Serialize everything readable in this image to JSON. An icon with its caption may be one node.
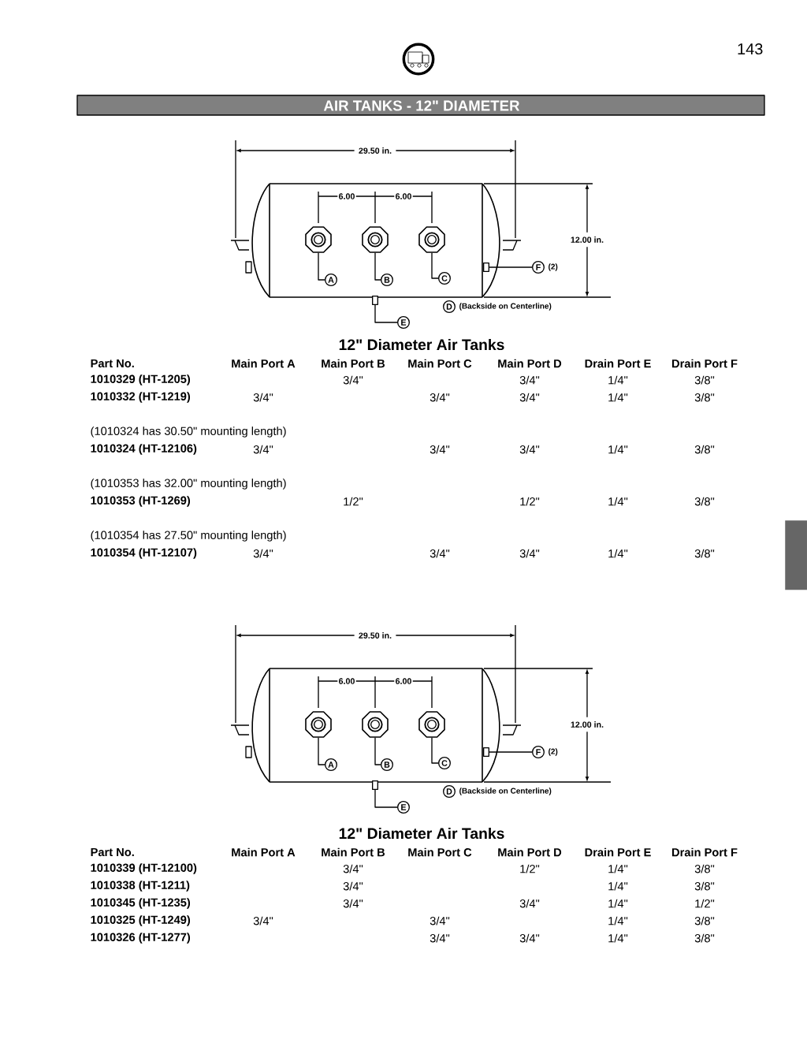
{
  "diagram": {
    "title": "AIR TANKS - 12\" DIAMETER",
    "nodes": [
      {
        "text": [],
        "shape": "octagon"
      },
      {
        "text": [],
        "shape": "octagon"
      },
      {
        "text": [],
        "shape": "octagon"
      },
      {
        "text": [],
        "shape": "box"
      },
      {
        "text": [],
        "shape": "box"
      },
      {
        "text": [
          "A"
        ]
      },
      {
        "text": [
          "B"
        ]
      },
      {
        "text": [
          "C"
        ]
      },
      {
        "text": [
          "F"
        ],
        "beside": [
          "(2)"
        ]
      },
      {
        "text": [
          "D"
        ],
        "beside": [
          "(Backside on Centerline)"
        ]
      },
      {
        "text": [
          "E"
        ]
      },
      {
        "text": [],
        "shape": "octagon"
      },
      {
        "text": [],
        "shape": "octagon"
      },
      {
        "text": [],
        "shape": "octagon"
      },
      {
        "text": [],
        "shape": "box"
      },
      {
        "text": [],
        "shape": "box"
      },
      {
        "text": [
          "A"
        ]
      },
      {
        "text": [
          "B"
        ]
      },
      {
        "text": [
          "C"
        ]
      },
      {
        "text": [
          "F"
        ],
        "beside": [
          "(2)"
        ]
      },
      {
        "text": [
          "D"
        ],
        "beside": [
          "(Backside on Centerline)"
        ]
      },
      {
        "text": [
          "E"
        ]
      },
      {
        "text": [],
        "shape": "bar"
      }
    ],
    "edges": [
      {
        "from": 5,
        "to": 0,
        "arrow": "none"
      },
      {
        "from": 6,
        "to": 1,
        "arrow": "none"
      },
      {
        "from": 7,
        "to": 2,
        "arrow": "none"
      },
      {
        "from": 8,
        "to": 3,
        "arrow": "none"
      },
      {
        "from": 10,
        "to": 4,
        "arrow": "none"
      },
      {
        "from": 16,
        "to": 11,
        "arrow": "none"
      },
      {
        "from": 17,
        "to": 12,
        "arrow": "none"
      },
      {
        "from": 18,
        "to": 13,
        "arrow": "none"
      },
      {
        "from": 19,
        "to": 14,
        "arrow": "none"
      },
      {
        "from": 21,
        "to": 15,
        "arrow": "none"
      }
    ],
    "labels": [
      "143",
      "29.50 in.",
      "6.00",
      "6.00",
      "12.00 in.",
      "12\" Diameter Air Tanks",
      "Part No.",
      "Main Port A",
      "Main Port B",
      "Main Port C",
      "Main Port D",
      "Drain Port E",
      "Drain Port F",
      "1010329 (HT-1205)",
      "3/4\"",
      "3/4\"",
      "1/4\"",
      "3/8\"",
      "1010332 (HT-1219)",
      "3/4\"",
      "3/4\"",
      "3/4\"",
      "1/4\"",
      "3/8\"",
      "(1010324 has 30.50\" mounting length)",
      "1010324 (HT-12106)",
      "3/4\"",
      "3/4\"",
      "3/4\"",
      "1/4\"",
      "3/8\"",
      "(1010353 has 32.00\" mounting length)",
      "1010353 (HT-1269)",
      "1/2\"",
      "1/2\"",
      "1/4\"",
      "3/8\"",
      "(1010354 has 27.50\" mounting length)",
      "1010354 (HT-12107)",
      "3/4\"",
      "3/4\"",
      "3/4\"",
      "1/4\"",
      "3/8\"",
      "29.50 in.",
      "6.00",
      "6.00",
      "12.00 in.",
      "12\" Diameter Air Tanks",
      "Part No.",
      "Main Port A",
      "Main Port B",
      "Main Port C",
      "Main Port D",
      "Drain Port E",
      "Drain Port F",
      "1010339 (HT-12100)",
      "3/4\"",
      "1/2\"",
      "1/4\"",
      "3/8\"",
      "1010338 (HT-1211)",
      "3/4\"",
      "1/4\"",
      "3/8\"",
      "1010345 (HT-1235)",
      "3/4\"",
      "3/4\"",
      "1/4\"",
      "1/2\"",
      "1010325 (HT-1249)",
      "3/4\"",
      "3/4\"",
      "1/4\"",
      "3/8\"",
      "1010326 (HT-1277)",
      "3/4\"",
      "3/4\"",
      "1/4\"",
      "3/8\""
    ]
  }
}
